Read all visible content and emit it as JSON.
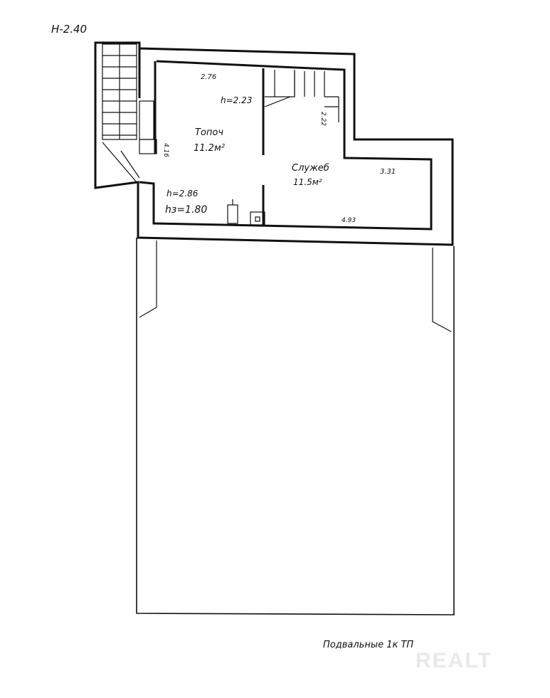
{
  "plan": {
    "height_note": "Н-2.40",
    "caption": "Подвальные 1к ТП",
    "watermark": "REALT",
    "rooms": [
      {
        "name": "Топоч",
        "area": "11.2м²"
      },
      {
        "name": "Служеб",
        "area": "11.5м²"
      }
    ],
    "dimensions": {
      "top_width": "2.76",
      "height_top": "h=2.23",
      "stair_dim": "2.22",
      "left_depth": "4.16",
      "bottom_height": "h=2.86",
      "sill_height": "hз=1.80",
      "service_width": "3.31",
      "service_length": "4.93"
    }
  }
}
